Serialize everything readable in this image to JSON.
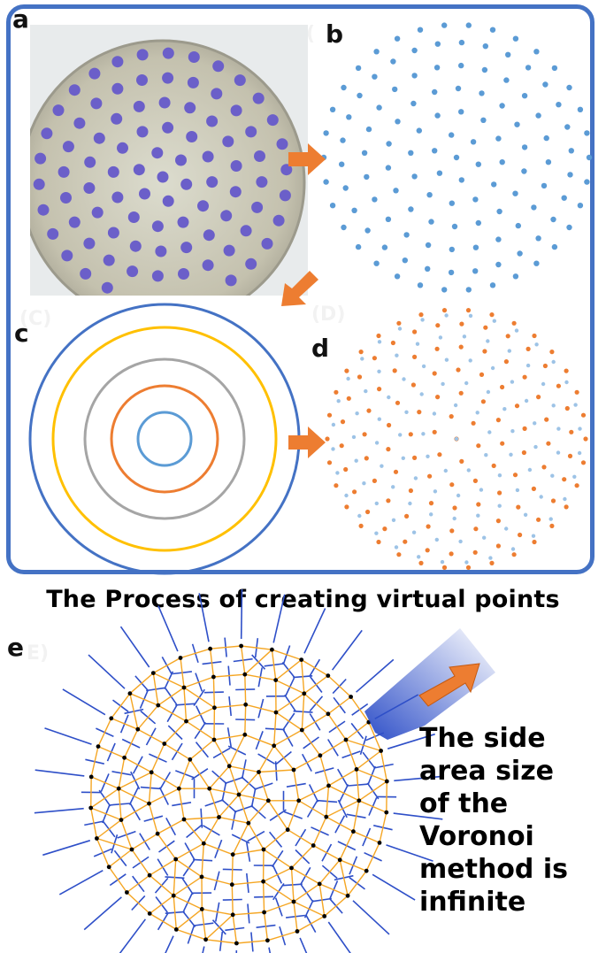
{
  "panels": {
    "a": "a",
    "b": "b",
    "c": "c",
    "d": "d",
    "e": "e"
  },
  "ghost_labels": {
    "top_right": "(",
    "c": "(C)",
    "d": "(D)",
    "e": "E)"
  },
  "caption": "The Process of creating virtual points",
  "side_note": [
    "The side",
    "area size",
    "of the",
    "Voronoi",
    "method is",
    "infinite"
  ],
  "colors": {
    "frame": "#4472c4",
    "arrow": "#ed7d31",
    "dish_dot": "#6b5fc9",
    "point_blue": "#5b9bd5",
    "point_light_blue": "#9dc3e6",
    "point_orange": "#ed7d31",
    "ring_outer": "#4472c4",
    "ring_yellow": "#ffc000",
    "ring_gray": "#a5a5a5",
    "ring_orange": "#ed7d31",
    "ring_inner": "#5b9bd5",
    "voronoi": "#2e4fc8",
    "delaunay": "#f5a623",
    "node": "#000000"
  },
  "icons": [
    "orange-arrow-icon"
  ]
}
